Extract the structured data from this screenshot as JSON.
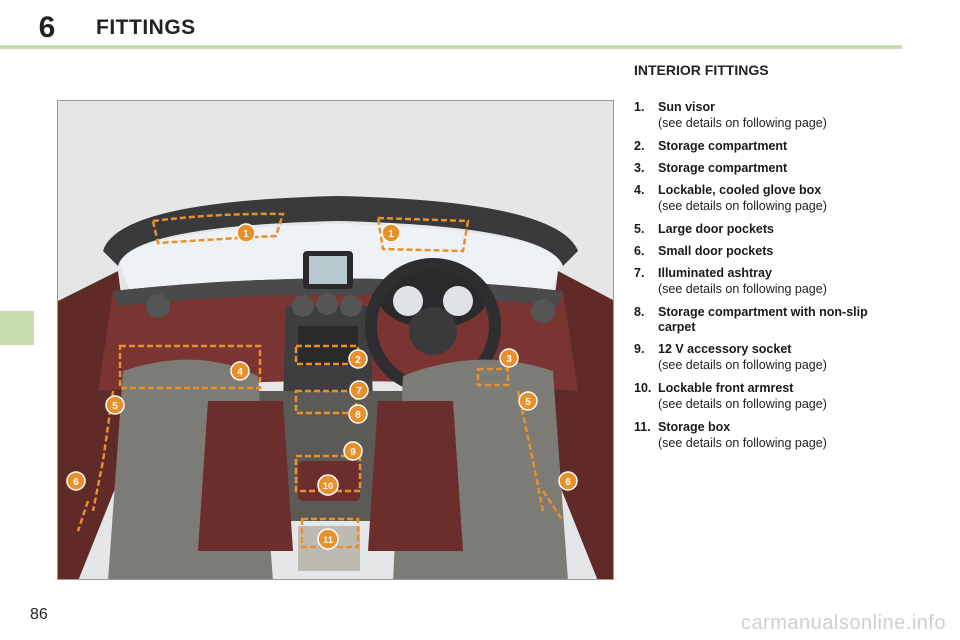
{
  "header": {
    "chapter_number": "6",
    "chapter_title": "FITTINGS"
  },
  "section_title": "INTERIOR FITTINGS",
  "items": [
    {
      "number": "1.",
      "label": "Sun visor",
      "detail": "(see details on following page)"
    },
    {
      "number": "2.",
      "label": "Storage compartment",
      "detail": ""
    },
    {
      "number": "3.",
      "label": "Storage compartment",
      "detail": ""
    },
    {
      "number": "4.",
      "label": "Lockable, cooled glove box",
      "detail": "(see details on following page)"
    },
    {
      "number": "5.",
      "label": "Large door pockets",
      "detail": ""
    },
    {
      "number": "6.",
      "label": "Small door pockets",
      "detail": ""
    },
    {
      "number": "7.",
      "label": "Illuminated ashtray",
      "detail": "(see details on following page)"
    },
    {
      "number": "8.",
      "label": "Storage compartment with non-slip carpet",
      "detail": ""
    },
    {
      "number": "9.",
      "label": "12 V accessory socket",
      "detail": "(see details on following page)"
    },
    {
      "number": "10.",
      "label": "Lockable front armrest",
      "detail": "(see details on following page)"
    },
    {
      "number": "11.",
      "label": "Storage box",
      "detail": "(see details on following page)"
    }
  ],
  "callouts": [
    "1",
    "1",
    "2",
    "3",
    "4",
    "5",
    "5",
    "6",
    "6",
    "7",
    "8",
    "9",
    "10",
    "11"
  ],
  "colors": {
    "accent_green": "#c6dcae",
    "callout_orange": "#e8902a",
    "leather": "#6b2e2c"
  },
  "footer": {
    "page_number": "86",
    "watermark": "carmanualsonline.info"
  }
}
